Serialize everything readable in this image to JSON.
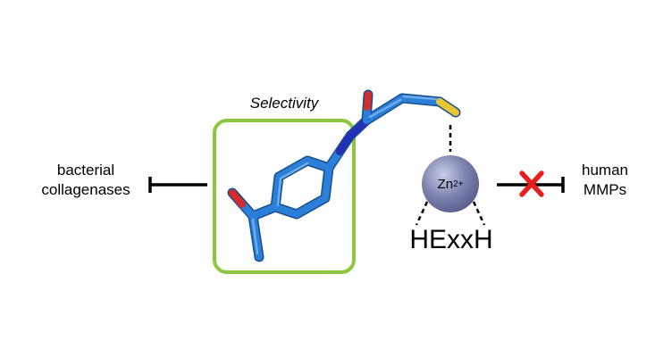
{
  "labels": {
    "left_line1": "bacterial",
    "left_line2": "collagenases",
    "selectivity": "Selectivity",
    "metal": "Zn",
    "metal_charge": "2+",
    "motif": "HExxH",
    "right_line1": "human",
    "right_line2": "MMPs"
  },
  "colors": {
    "selectivity_box": "#8dc63f",
    "carbon": "#2b7fd8",
    "nitrogen": "#2230b8",
    "oxygen": "#d22c2c",
    "sulfur": "#e8c631",
    "block_cross": "#e81e1e"
  }
}
